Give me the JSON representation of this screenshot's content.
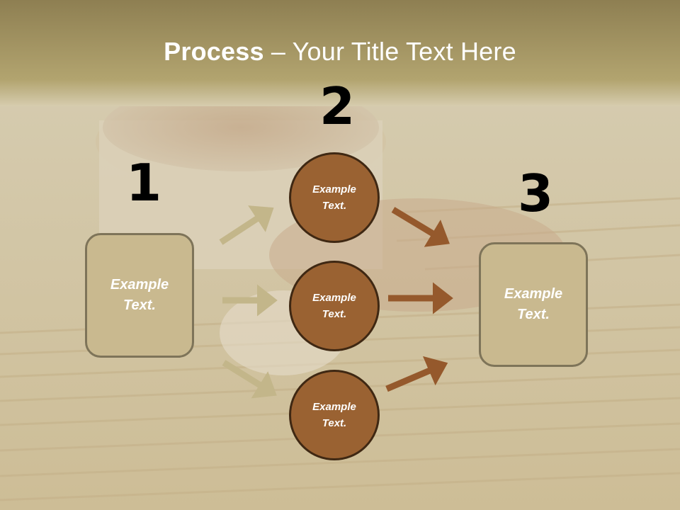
{
  "title": {
    "bold": "Process",
    "rest": " – Your Title Text Here"
  },
  "steps": [
    {
      "number": "1",
      "label": "Example Text."
    },
    {
      "number": "2",
      "items": [
        "Example Text.",
        "Example Text.",
        "Example Text."
      ]
    },
    {
      "number": "3",
      "label": "Example Text."
    }
  ],
  "colors": {
    "header_band": "#a89a64",
    "box_fill": "#c9b98f",
    "box_border": "#7e7459",
    "circle_fill": "#9a6232",
    "circle_border": "#3f2813",
    "arrow_light": "#c3b68a",
    "arrow_dark": "#95592c"
  }
}
